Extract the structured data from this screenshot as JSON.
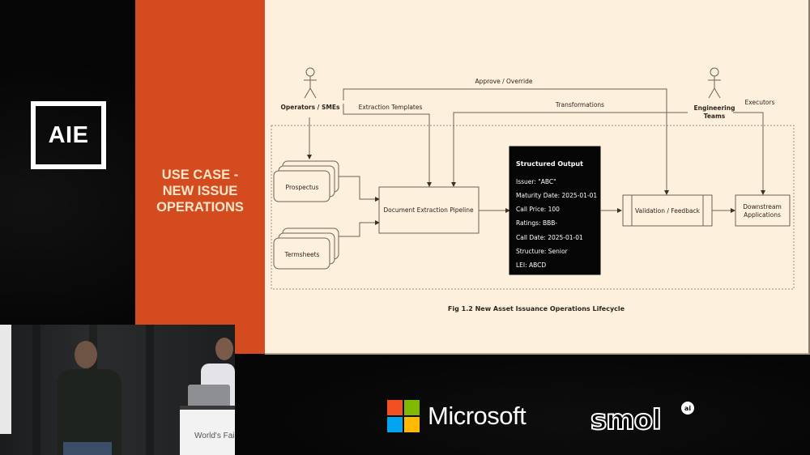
{
  "branding": {
    "event_logo": "AIE",
    "section_title_lines": [
      "USE CASE -",
      "NEW ISSUE",
      "OPERATIONS"
    ],
    "accent_color": "#d44b20",
    "slide_bg_color": "#fdf0dc"
  },
  "diagram": {
    "actors": [
      {
        "id": "operators",
        "label_lines": [
          "Operators / SMEs"
        ]
      },
      {
        "id": "engineering",
        "label_lines": [
          "Engineering",
          "Teams"
        ]
      }
    ],
    "edge_labels": {
      "approve_override": "Approve / Override",
      "extraction_templates": "Extraction Templates",
      "transformations": "Transformations",
      "executors": "Executors"
    },
    "documents": [
      {
        "id": "prospectus",
        "label": "Prospectus"
      },
      {
        "id": "termsheets",
        "label": "Termsheets"
      }
    ],
    "pipeline": {
      "label": "Document Extraction Pipeline"
    },
    "structured_output": {
      "title": "Structured Output",
      "fields": [
        "Issuer: \"ABC\"",
        "Maturity Date: 2025-01-01",
        "Call Price: 100",
        "Ratings: BBB-",
        "Call Date: 2025-01-01",
        "Structure: Senior",
        "LEI: ABCD"
      ]
    },
    "validation": {
      "label": "Validation / Feedback"
    },
    "downstream": {
      "label_lines": [
        "Downstream",
        "Applications"
      ]
    },
    "caption": "Fig 1.2 New Asset Issuance Operations Lifecycle"
  },
  "video": {
    "podium_text": "World's Fai"
  },
  "sponsors": {
    "microsoft": {
      "name": "Microsoft",
      "colors": [
        "#f25022",
        "#7fba00",
        "#00a4ef",
        "#ffb900"
      ]
    },
    "smol": {
      "name": "smol",
      "superscript": "ai"
    }
  }
}
